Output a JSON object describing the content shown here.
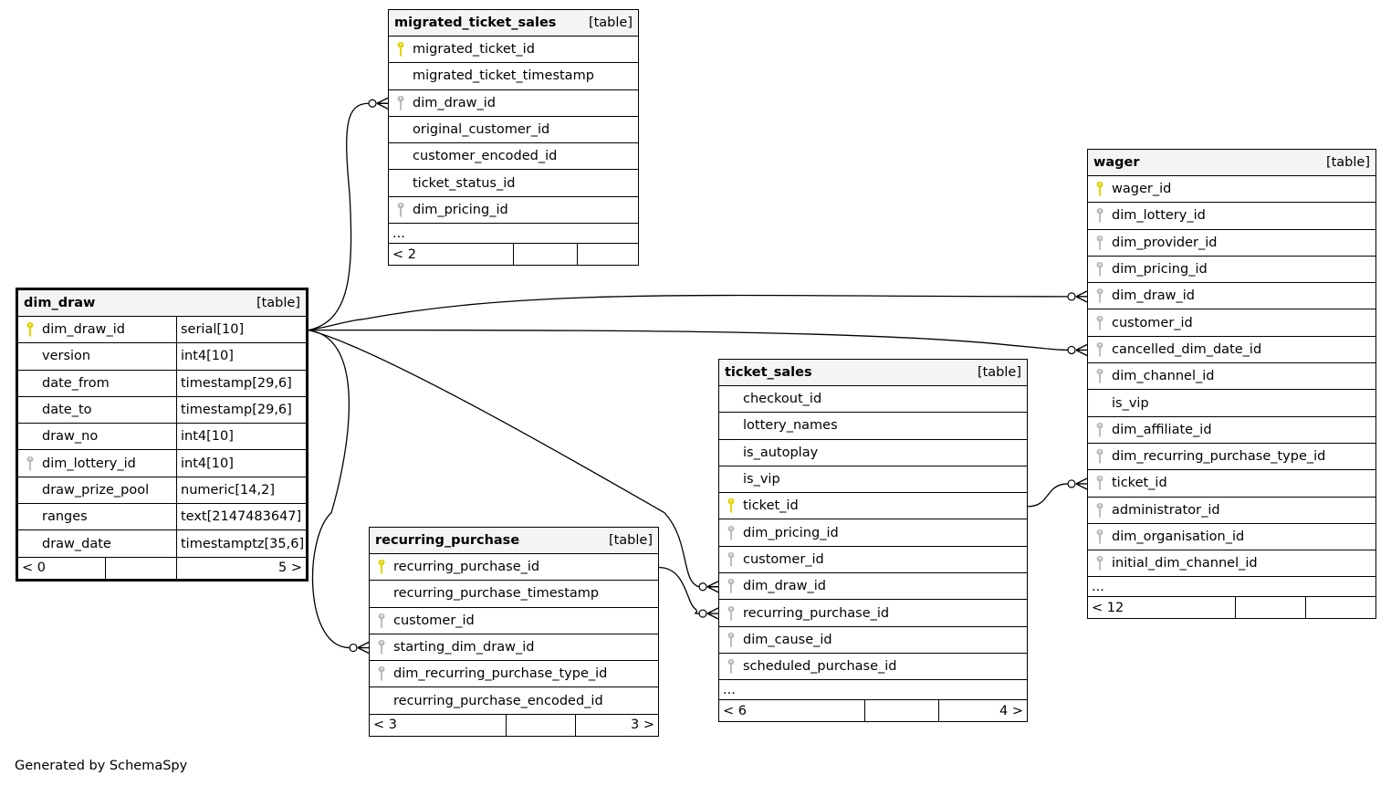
{
  "tables": {
    "migrated_ticket_sales": {
      "name": "migrated_ticket_sales",
      "kind": "[table]",
      "columns": [
        {
          "name": "migrated_ticket_id",
          "key": "pk"
        },
        {
          "name": "migrated_ticket_timestamp",
          "key": ""
        },
        {
          "name": "dim_draw_id",
          "key": "fk"
        },
        {
          "name": "original_customer_id",
          "key": ""
        },
        {
          "name": "customer_encoded_id",
          "key": ""
        },
        {
          "name": "ticket_status_id",
          "key": ""
        },
        {
          "name": "dim_pricing_id",
          "key": "fk"
        }
      ],
      "ellipsis": "...",
      "footer": [
        "< 2",
        "",
        ""
      ]
    },
    "dim_draw": {
      "name": "dim_draw",
      "kind": "[table]",
      "columns": [
        {
          "name": "dim_draw_id",
          "type": "serial[10]",
          "key": "pk"
        },
        {
          "name": "version",
          "type": "int4[10]",
          "key": ""
        },
        {
          "name": "date_from",
          "type": "timestamp[29,6]",
          "key": ""
        },
        {
          "name": "date_to",
          "type": "timestamp[29,6]",
          "key": ""
        },
        {
          "name": "draw_no",
          "type": "int4[10]",
          "key": ""
        },
        {
          "name": "dim_lottery_id",
          "type": "int4[10]",
          "key": "fk"
        },
        {
          "name": "draw_prize_pool",
          "type": "numeric[14,2]",
          "key": ""
        },
        {
          "name": "ranges",
          "type": "text[2147483647]",
          "key": ""
        },
        {
          "name": "draw_date",
          "type": "timestamptz[35,6]",
          "key": ""
        }
      ],
      "footer": [
        "< 0",
        "",
        "5 >"
      ]
    },
    "recurring_purchase": {
      "name": "recurring_purchase",
      "kind": "[table]",
      "columns": [
        {
          "name": "recurring_purchase_id",
          "key": "pk"
        },
        {
          "name": "recurring_purchase_timestamp",
          "key": ""
        },
        {
          "name": "customer_id",
          "key": "fk"
        },
        {
          "name": "starting_dim_draw_id",
          "key": "fk"
        },
        {
          "name": "dim_recurring_purchase_type_id",
          "key": "fk"
        },
        {
          "name": "recurring_purchase_encoded_id",
          "key": ""
        }
      ],
      "footer": [
        "< 3",
        "",
        "3 >"
      ]
    },
    "ticket_sales": {
      "name": "ticket_sales",
      "kind": "[table]",
      "columns": [
        {
          "name": "checkout_id",
          "key": ""
        },
        {
          "name": "lottery_names",
          "key": ""
        },
        {
          "name": "is_autoplay",
          "key": ""
        },
        {
          "name": "is_vip",
          "key": ""
        },
        {
          "name": "ticket_id",
          "key": "pk"
        },
        {
          "name": "dim_pricing_id",
          "key": "fk"
        },
        {
          "name": "customer_id",
          "key": "fk"
        },
        {
          "name": "dim_draw_id",
          "key": "fk"
        },
        {
          "name": "recurring_purchase_id",
          "key": "fk"
        },
        {
          "name": "dim_cause_id",
          "key": "fk"
        },
        {
          "name": "scheduled_purchase_id",
          "key": "fk"
        }
      ],
      "ellipsis": "...",
      "footer": [
        "< 6",
        "",
        "4 >"
      ]
    },
    "wager": {
      "name": "wager",
      "kind": "[table]",
      "columns": [
        {
          "name": "wager_id",
          "key": "pk"
        },
        {
          "name": "dim_lottery_id",
          "key": "fk"
        },
        {
          "name": "dim_provider_id",
          "key": "fk"
        },
        {
          "name": "dim_pricing_id",
          "key": "fk"
        },
        {
          "name": "dim_draw_id",
          "key": "fk"
        },
        {
          "name": "customer_id",
          "key": "fk"
        },
        {
          "name": "cancelled_dim_date_id",
          "key": "fk"
        },
        {
          "name": "dim_channel_id",
          "key": "fk"
        },
        {
          "name": "is_vip",
          "key": ""
        },
        {
          "name": "dim_affiliate_id",
          "key": "fk"
        },
        {
          "name": "dim_recurring_purchase_type_id",
          "key": "fk"
        },
        {
          "name": "ticket_id",
          "key": "fk"
        },
        {
          "name": "administrator_id",
          "key": "fk"
        },
        {
          "name": "dim_organisation_id",
          "key": "fk"
        },
        {
          "name": "initial_dim_channel_id",
          "key": "fk"
        }
      ],
      "ellipsis": "...",
      "footer": [
        "< 12",
        "",
        ""
      ]
    }
  },
  "colors": {
    "primary_key": "#e1d300",
    "foreign_key": "#bbbbbb",
    "header_bg": "#f4f4f4"
  },
  "footer_text": "Generated by SchemaSpy"
}
